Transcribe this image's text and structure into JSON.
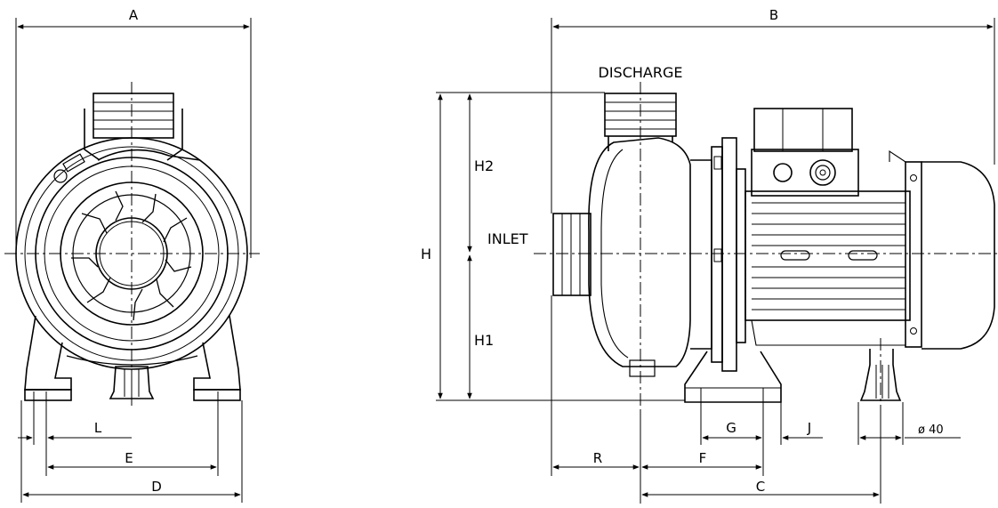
{
  "labels": {
    "discharge": "DISCHARGE",
    "inlet": "INLET"
  },
  "dimensions": {
    "A": "A",
    "B": "B",
    "C": "C",
    "D": "D",
    "E": "E",
    "F": "F",
    "G": "G",
    "H": "H",
    "H1": "H1",
    "H2": "H2",
    "J": "J",
    "L": "L",
    "R": "R",
    "foot_diameter": "ø 40"
  },
  "colors": {
    "line": "#000000",
    "background": "#ffffff"
  }
}
